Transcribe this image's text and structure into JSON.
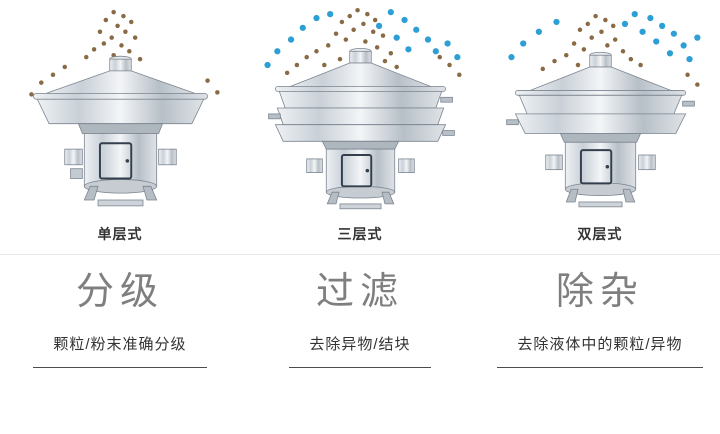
{
  "colors": {
    "particle_brown": "#8a6a45",
    "particle_blue": "#2e9fd4",
    "title_gray": "#7f7f7f",
    "text_dark": "#333333",
    "underline": "#4c4c4c",
    "divider": "#e6e6e6",
    "metal_light": "#f3f5f7",
    "metal_dark": "#b7bfc7"
  },
  "machines": [
    {
      "type_label": "单层式",
      "title": "分级",
      "subtitle": "颗粒/粉末准确分级",
      "illustration": "single-layer vibrating sieve with brown particles"
    },
    {
      "type_label": "三层式",
      "title": "过滤",
      "subtitle": "去除异物/结块",
      "illustration": "three-layer vibrating sieve with brown and blue particles"
    },
    {
      "type_label": "双层式",
      "title": "除杂",
      "subtitle": "去除液体中的颗粒/异物",
      "illustration": "double-layer vibrating sieve with brown and blue particles"
    }
  ]
}
